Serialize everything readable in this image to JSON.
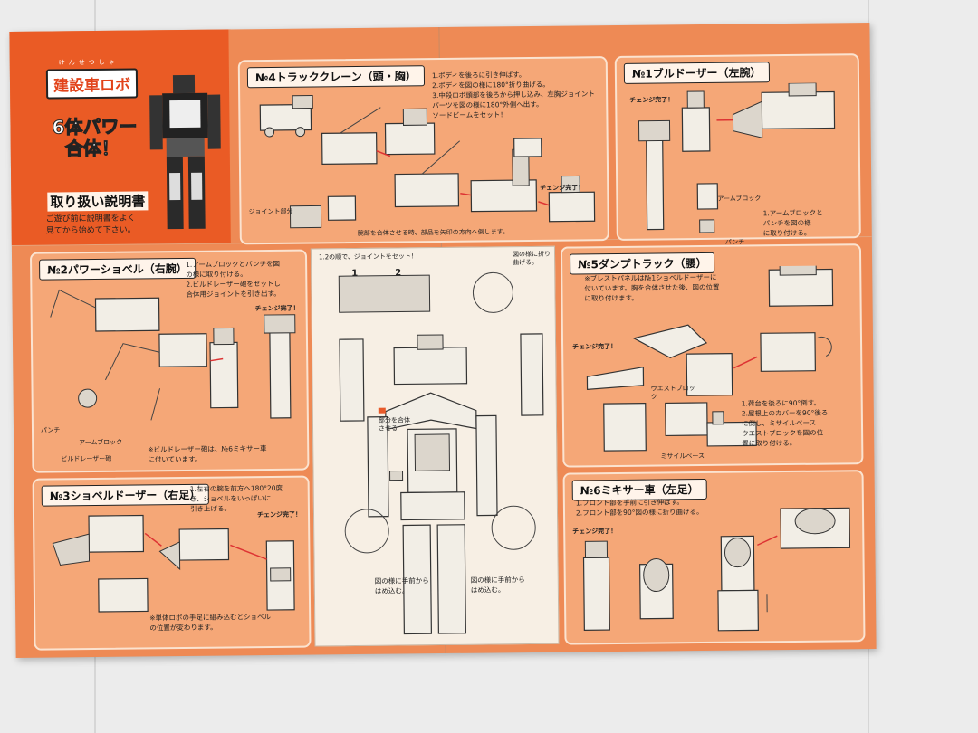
{
  "manual": {
    "logo": "建設車ロボ",
    "logo_ruby": "けんせつしゃ",
    "tagline_1": "6体パワー",
    "tagline_2": "合体！",
    "title": "取り扱い説明書",
    "note_1": "ご遊び前に説明書をよく",
    "note_2": "見てから始めて下さい。"
  },
  "sections": {
    "track_crane": {
      "heading": "№4トラッククレーン（頭・胸）",
      "step_1": "1.ボディを後ろに引き伸ばす。",
      "step_2": "2.ボディを図の様に180°折り曲げる。",
      "step_3": "3.中段ロボ頭部を後ろから押し込み、左胸ジョイント",
      "step_4": "パーツを図の様に180°外側へ出す。",
      "step_5": "ソードビームをセット！",
      "joint_label": "ジョイント部分",
      "note": "腕部を合体させる時、部品を矢印の方向へ倒します。",
      "change": "チェンジ完了！"
    },
    "bulldozer": {
      "heading": "№1ブルドーザー（左腕）",
      "change": "チェンジ完了！",
      "arm_block": "アームブロック",
      "punch": "パンチ",
      "step_1": "1.アームブロックと",
      "step_2": "パンチを図の様",
      "step_3": "に取り付ける。"
    },
    "power_shovel": {
      "heading": "№2パワーショベル（右腕）",
      "step_1": "1.アームブロックとパンチを図",
      "step_2": "の様に取り付ける。",
      "step_3": "2.ビルドレーザー砲をセットし",
      "step_4": "合体用ジョイントを引き出す。",
      "change": "チェンジ完了！",
      "punch": "パンチ",
      "arm_block": "アームブロック",
      "laser": "ビルドレーザー砲",
      "note_1": "※ビルドレーザー砲は、№6ミキサー車",
      "note_2": "に付いています。"
    },
    "center": {
      "note_1": "1.2の順で、ジョイントをセット！",
      "note_2": "図の様に折り曲げる。",
      "step_a": "1",
      "step_b": "2",
      "join_label": "部分を合体させる",
      "bottom_left_1": "図の様に手前から",
      "bottom_left_2": "はめ込む。",
      "bottom_right_1": "図の様に手前から",
      "bottom_right_2": "はめ込む。"
    },
    "dump_truck": {
      "heading": "№5ダンプトラック（腰）",
      "note_1": "※ブレストパネルは№1ショベルドーザーに",
      "note_2": "付いています。胸を合体させた後、図の位置",
      "note_3": "に取り付けます。",
      "change": "チェンジ完了！",
      "waist_block": "ウエストブロック",
      "missile_base": "ミサイルベース",
      "step_1": "1.荷台を後ろに90°倒す。",
      "step_2": "2.屋根上のカバーを90°後ろ",
      "step_3": "に倒し、ミサイルベース",
      "step_4": "ウエストブロックを図の位",
      "step_5": "置に取り付ける。"
    },
    "shovel_dozer": {
      "heading": "№3ショベルドーザー（右足）",
      "step_1": "1.左右の腕を前方へ180°20度",
      "step_2": "き、ショベルをいっぱいに",
      "step_3": "引き上げる。",
      "change": "チェンジ完了！",
      "note_1": "※単体ロボの手足に組み込むとショベル",
      "note_2": "の位置が変わります。"
    },
    "mixer": {
      "heading": "№6ミキサー車（左足）",
      "step_1": "1.フロント部を手前に引き伸ばす。",
      "step_2": "2.フロント部を90°図の様に折り曲げる。",
      "change": "チェンジ完了！"
    }
  },
  "colors": {
    "sheet": "#ee8a55",
    "panel": "#f5a777",
    "title_box": "#ea5b25",
    "background": "#ececec"
  }
}
